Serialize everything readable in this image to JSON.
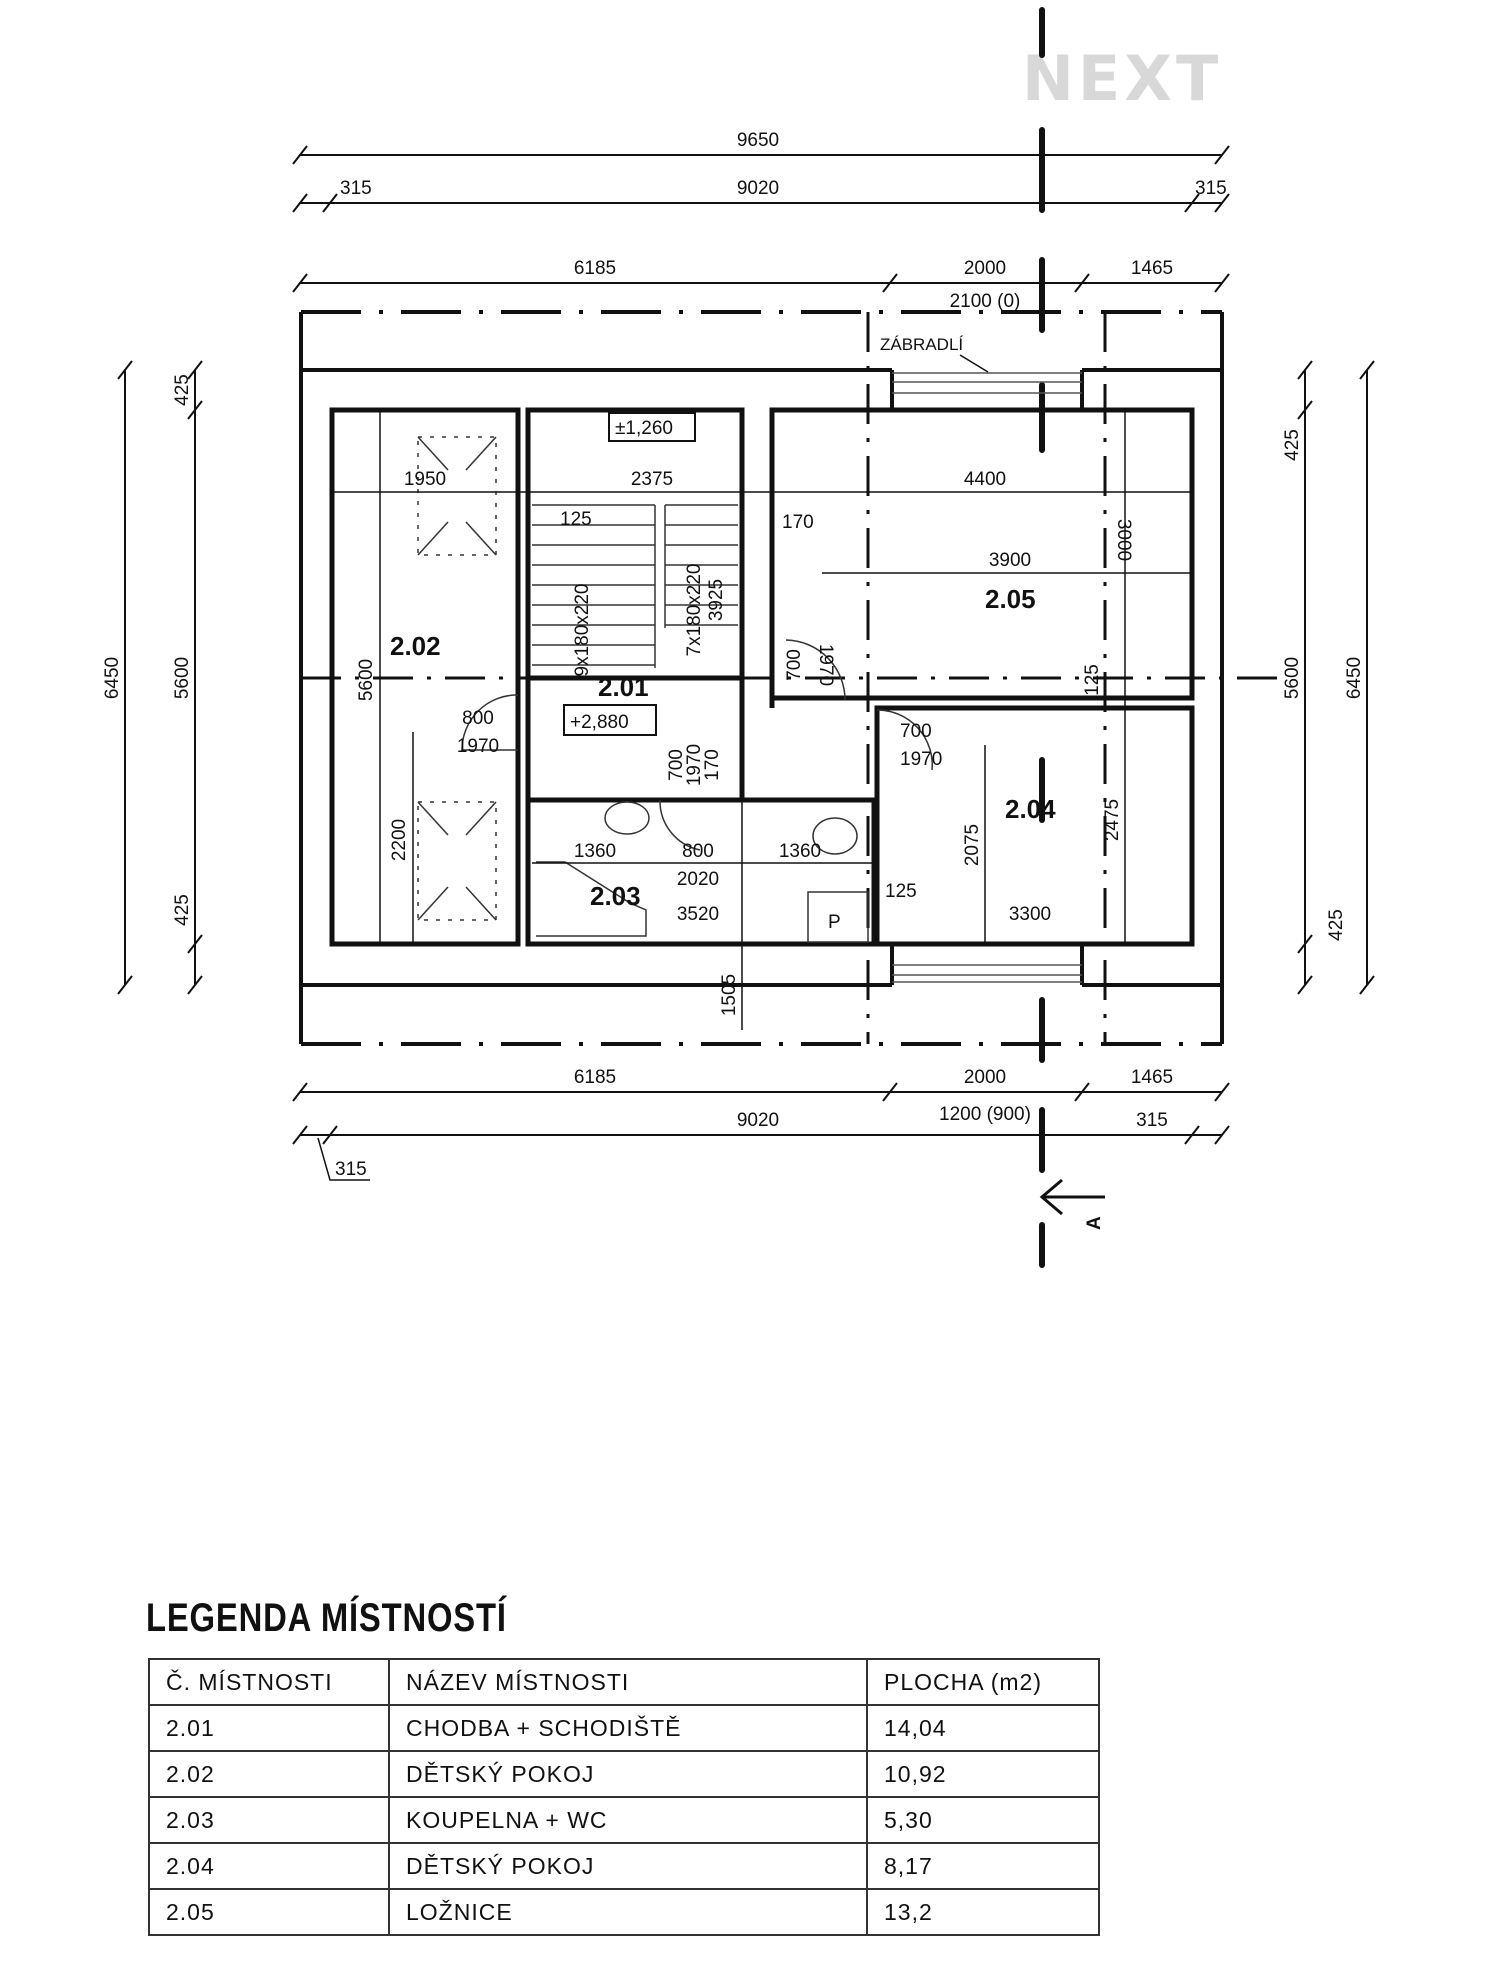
{
  "watermark": "NEXT",
  "section_marker": {
    "label": "A"
  },
  "dimensions_top": {
    "overall": "9650",
    "inner": "9020",
    "left_offset": "315",
    "right_offset": "315",
    "seg_left": "6185",
    "seg_mid": "2000",
    "seg_right": "1465",
    "opening_note": "2100 (0)"
  },
  "dimensions_bottom": {
    "seg_left": "6185",
    "seg_mid": "2000",
    "seg_right": "1465",
    "inner": "9020",
    "opening_note": "1200 (900)",
    "left_offset": "315",
    "right_offset": "315"
  },
  "dimensions_left": {
    "overall": "6450",
    "inner": "5600",
    "top_offset": "425",
    "bottom_offset": "425"
  },
  "dimensions_right": {
    "overall": "6450",
    "inner": "5600",
    "top_offset": "425",
    "bottom_offset": "425"
  },
  "annotations": {
    "railing": "ZÁBRADLÍ",
    "level_top": "±1,260",
    "level_floor": "+2,880",
    "stair_width": "2375",
    "stair_run_1": "9x180x220",
    "stair_run_2": "7x180x220",
    "stair_length": "3925",
    "wall_125_a": "125",
    "wall_170_a": "170",
    "wall_170_b": "170",
    "wall_125_b": "125",
    "wall_125_c": "125",
    "room202_width": "1950",
    "room202_height": "5600",
    "room202_window": "2200",
    "door202_w": "800",
    "door202_h": "1970",
    "door205_w": "700",
    "door205_h": "1970",
    "door204_w": "700",
    "door204_h": "1970",
    "door203_w": "700",
    "door203_h": "1970",
    "room205_w1": "4400",
    "room205_w2": "3900",
    "room205_h": "3000",
    "room204_h1": "2075",
    "room204_h2": "2475",
    "room204_w": "3300",
    "room203_a": "1360",
    "room203_b": "800",
    "room203_c": "1360",
    "room203_d": "2020",
    "room203_e": "3520",
    "corridor_len": "1505",
    "parking_p": "P"
  },
  "rooms": [
    {
      "id": "2.01"
    },
    {
      "id": "2.02"
    },
    {
      "id": "2.03"
    },
    {
      "id": "2.04"
    },
    {
      "id": "2.05"
    }
  ],
  "legend": {
    "title": "LEGENDA MÍSTNOSTÍ",
    "headers": [
      "Č. MÍSTNOSTI",
      "NÁZEV MÍSTNOSTI",
      "PLOCHA (m2)"
    ],
    "rows": [
      [
        "2.01",
        "CHODBA + SCHODIŠTĚ",
        "14,04"
      ],
      [
        "2.02",
        "DĚTSKÝ POKOJ",
        "10,92"
      ],
      [
        "2.03",
        "KOUPELNA + WC",
        "5,30"
      ],
      [
        "2.04",
        "DĚTSKÝ POKOJ",
        "8,17"
      ],
      [
        "2.05",
        "LOŽNICE",
        "13,2"
      ]
    ]
  }
}
